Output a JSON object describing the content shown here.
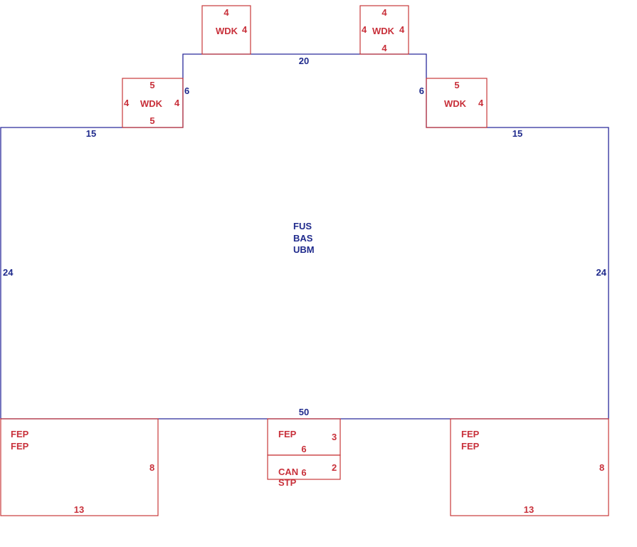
{
  "main": {
    "codes": [
      "FUS",
      "BAS",
      "UBM"
    ],
    "dim_top": "20",
    "dim_step_left": "6",
    "dim_step_right": "6",
    "dim_shoulder_left": "15",
    "dim_shoulder_right": "15",
    "dim_left": "24",
    "dim_right": "24",
    "dim_bottom": "50"
  },
  "wdk_top_left": {
    "label": "WDK",
    "top": "4",
    "right": "4"
  },
  "wdk_top_right": {
    "label": "WDK",
    "top": "4",
    "left": "4",
    "right": "4",
    "bottom": "4"
  },
  "wdk_mid_left": {
    "label": "WDK",
    "top": "5",
    "left": "4",
    "right": "4",
    "bottom": "5"
  },
  "wdk_mid_right": {
    "label": "WDK",
    "top": "5",
    "right": "4"
  },
  "fep_left": {
    "codes": [
      "FEP",
      "FEP"
    ],
    "right": "8",
    "bottom": "13"
  },
  "fep_center": {
    "code": "FEP",
    "right": "3",
    "bottom": "6"
  },
  "can_center": {
    "codes": [
      "CAN",
      "STP"
    ],
    "center": "6",
    "right": "2"
  },
  "fep_right": {
    "codes": [
      "FEP",
      "FEP"
    ],
    "right": "8",
    "bottom": "13"
  }
}
